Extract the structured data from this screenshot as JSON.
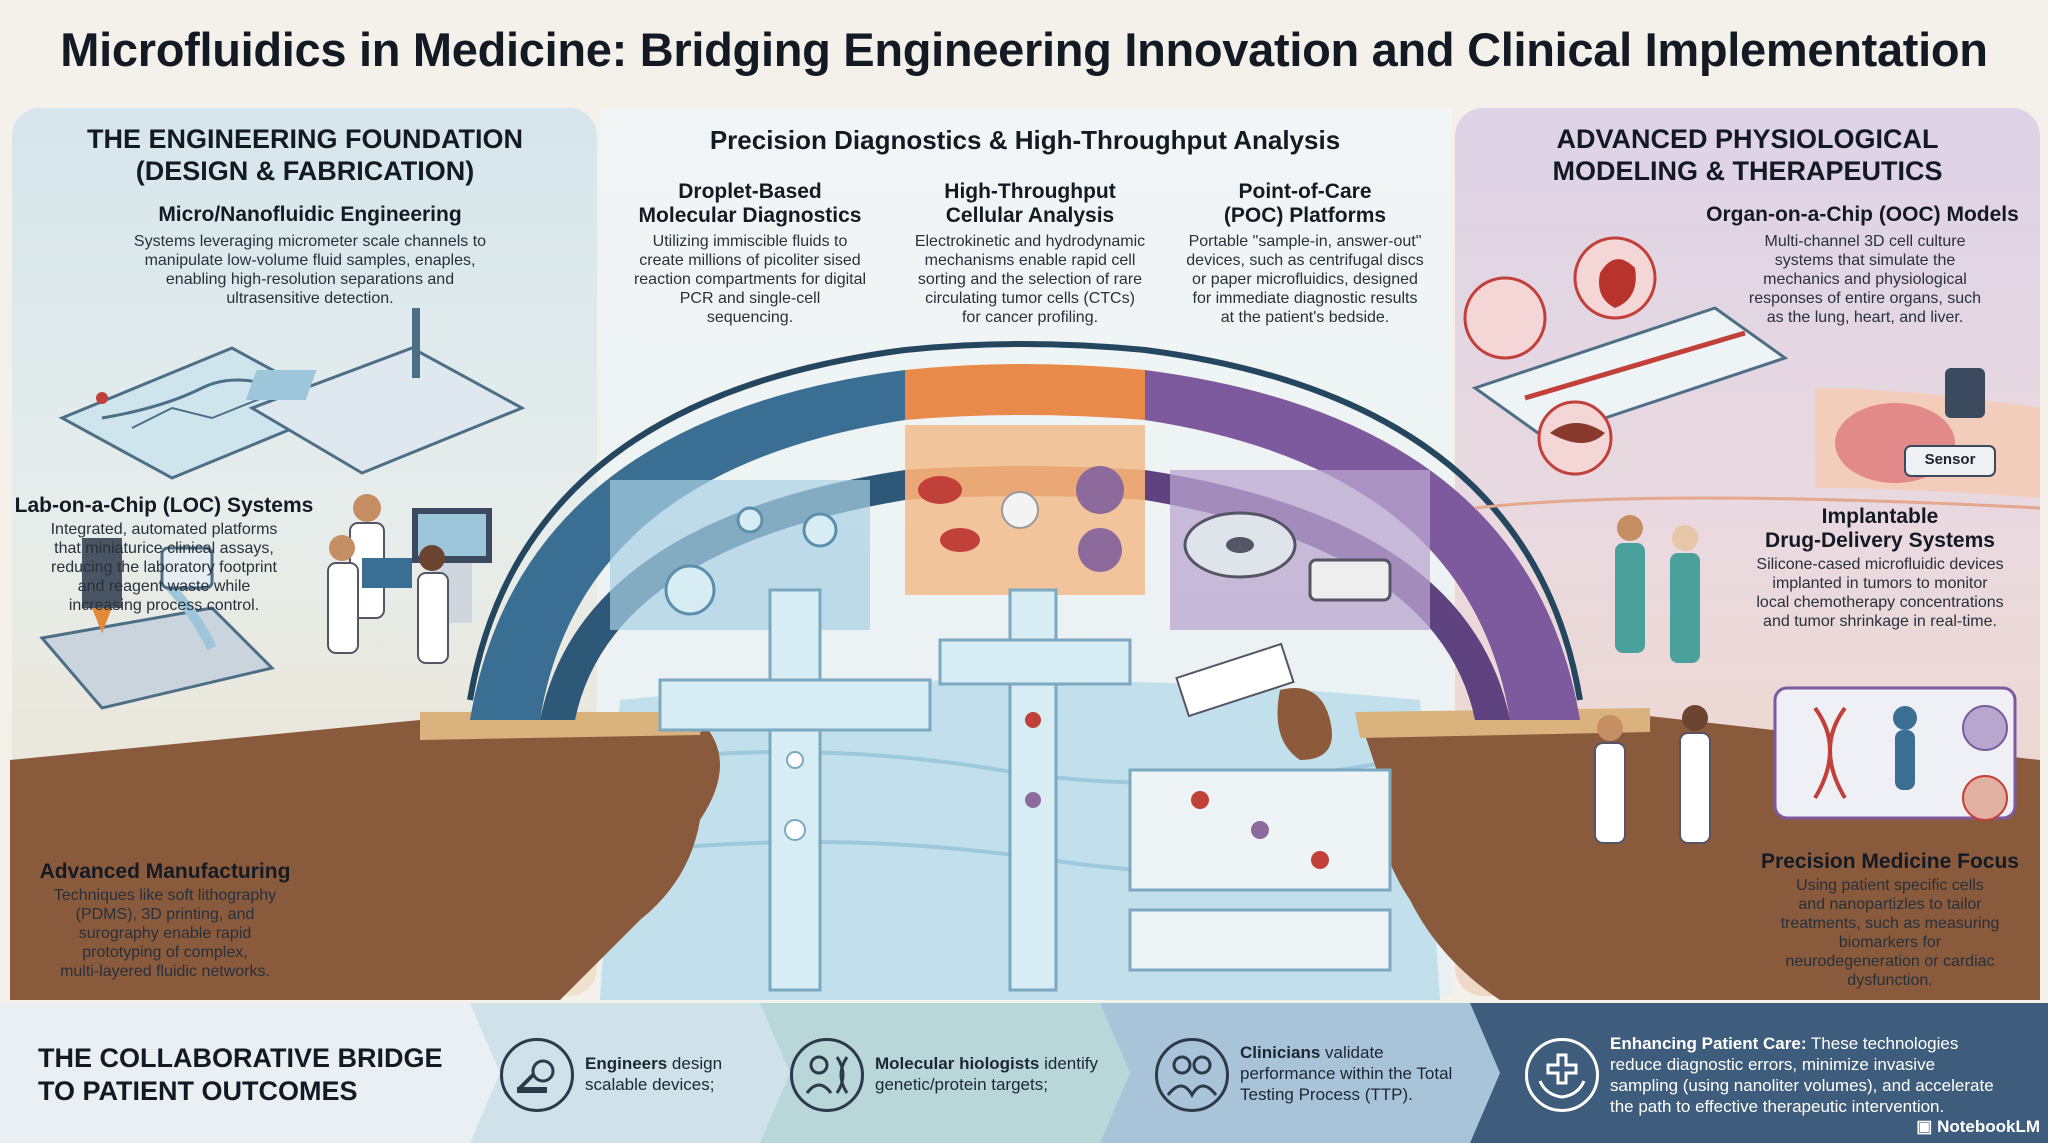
{
  "title": "Microfluidics in Medicine: Bridging Engineering Innovation and Clinical Implementation",
  "left": {
    "heading_line1": "THE ENGINEERING FOUNDATION",
    "heading_line2": "(DESIGN & FABRICATION)",
    "items": [
      {
        "title": "Micro/Nanofluidic Engineering",
        "body_lines": [
          "Systems leveraging micrometer scale channels to",
          "manipulate low-volume fluid samples, enaples,",
          "enabling high-resolution separations and",
          "ultrasensitive detection."
        ]
      },
      {
        "title": "Lab-on-a-Chip (LOC) Systems",
        "body_lines": [
          "Integrated, automated platforms",
          "that miniaturice clinical assays,",
          "reducing the laboratory footprint",
          "and reagent waste while",
          "increasing process control."
        ]
      },
      {
        "title": "Advanced Manufacturing",
        "body_lines": [
          "Techniques like soft lithography",
          "(PDMS), 3D printing, and",
          "surography enable rapid",
          "prototyping of complex,",
          "multi-layered fluidic networks."
        ]
      }
    ]
  },
  "center": {
    "heading": "Precision Diagnostics & High-Throughput Analysis",
    "items": [
      {
        "title_lines": [
          "Droplet-Based",
          "Molecular Diagnostics"
        ],
        "body_lines": [
          "Utilizing immiscible fluids to",
          "create millions of picoliter sised",
          "reaction compartments for digital",
          "PCR and single-cell",
          "sequencing."
        ]
      },
      {
        "title_lines": [
          "High-Throughput",
          "Cellular Analysis"
        ],
        "body_lines": [
          "Electrokinetic and hydrodynamic",
          "mechanisms enable rapid cell",
          "sorting and the selection of rare",
          "circulating tumor cells (CTCs)",
          "for cancer profiling."
        ]
      },
      {
        "title_lines": [
          "Point-of-Care",
          "(POC) Platforms"
        ],
        "body_lines": [
          "Portable \"sample-in, answer-out\"",
          "devices, such as centrifugal discs",
          "or paper microfluidics, designed",
          "for immediate diagnostic results",
          "at the patient's bedside."
        ]
      }
    ]
  },
  "right": {
    "heading_line1": "ADVANCED PHYSIOLOGICAL",
    "heading_line2": "MODELING & THERAPEUTICS",
    "sensor_label": "Sensor",
    "items": [
      {
        "title_lines": [
          "Organ-on-a-Chip (OOC) Models"
        ],
        "body_lines": [
          "Multi-channel 3D cell culture",
          "systems that simulate the",
          "mechanics and physiological",
          "responses of entire organs, such",
          "as the lung, heart, and liver."
        ]
      },
      {
        "title_lines": [
          "Implantable",
          "Drug-Delivery Systems"
        ],
        "body_lines": [
          "Silicone-cased microfluidic devices",
          "implanted in tumors to monitor",
          "local chemotherapy concentrations",
          "and tumor shrinkage in real-time."
        ]
      },
      {
        "title_lines": [
          "Precision Medicine Focus"
        ],
        "body_lines": [
          "Using patient specific cells",
          "and nanopartizles to tailor",
          "treatments, such as measuring",
          "biomarkers for",
          "neurodegeneration or cardiac",
          "dysfunction."
        ]
      }
    ]
  },
  "bottom": {
    "heading_line1": "THE COLLABORATIVE BRIDGE",
    "heading_line2": "TO PATIENT OUTCOMES",
    "steps": [
      {
        "bold": "Engineers",
        "rest_line1": " design",
        "rest_line2": "scalable devices;"
      },
      {
        "bold": "Molecular hiologists",
        "rest_line1": " identify",
        "rest_line2": "genetic/protein targets;"
      },
      {
        "bold": "Clinicians",
        "rest_line1": " validate",
        "rest_line2": "performance within the Total",
        "rest_line3": "Testing Process (TTP)."
      },
      {
        "bold": "Enhancing Patient Care:",
        "rest_line1": " These technologies",
        "rest_line2": "reduce diagnostic errors, minimize invasive",
        "rest_line3": "sampling (using nanoliter volumes), and accelerate",
        "rest_line4": "the path to effective therapeutic intervention."
      }
    ],
    "brand": "NotebookLM"
  },
  "colors": {
    "bridge_blue": "#3a6f93",
    "bridge_orange": "#e88a4a",
    "bridge_purple": "#7d5a9e",
    "water": "#b9dbe9",
    "cliff": "#8a5a3c"
  }
}
